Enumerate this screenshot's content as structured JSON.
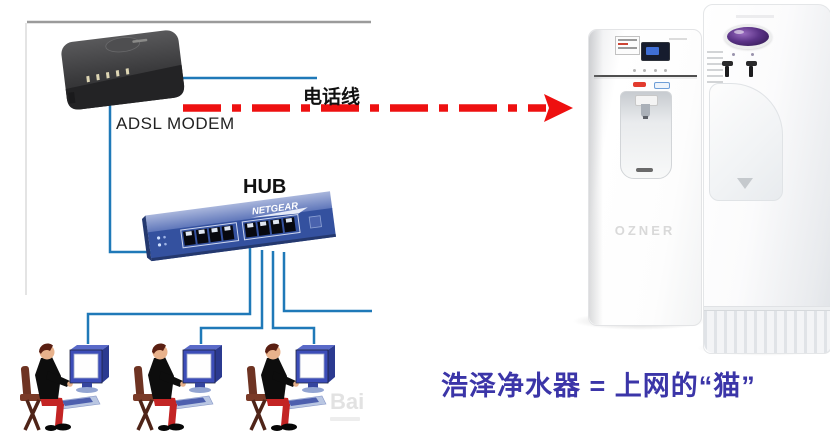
{
  "slide": {
    "background": "#ffffff",
    "description": "ADSL network diagram compared to Ozner water purifier acting as the modem"
  },
  "network_diagram": {
    "modem_label": "ADSL MODEM",
    "hub_label": "HUB",
    "hub_brand": "NETGEAR",
    "phone_line_label": "电话线",
    "workstation_count": 3,
    "watermark": "Bai",
    "colors": {
      "cable_blue": "#1f79b8",
      "hub_front": "#34519f",
      "hub_top": "#8099cc",
      "modem_body": "#3a3a3c",
      "top_rule_gray": "#9b9b9b"
    }
  },
  "arrow": {
    "style": "dash-dot",
    "direction": "right",
    "color": "#ee1010"
  },
  "purifiers": {
    "left_brand_label": "OZNER",
    "count": 2
  },
  "caption": {
    "text": "浩泽净水器 = 上网的“猫”",
    "color": "#3b35a8"
  }
}
